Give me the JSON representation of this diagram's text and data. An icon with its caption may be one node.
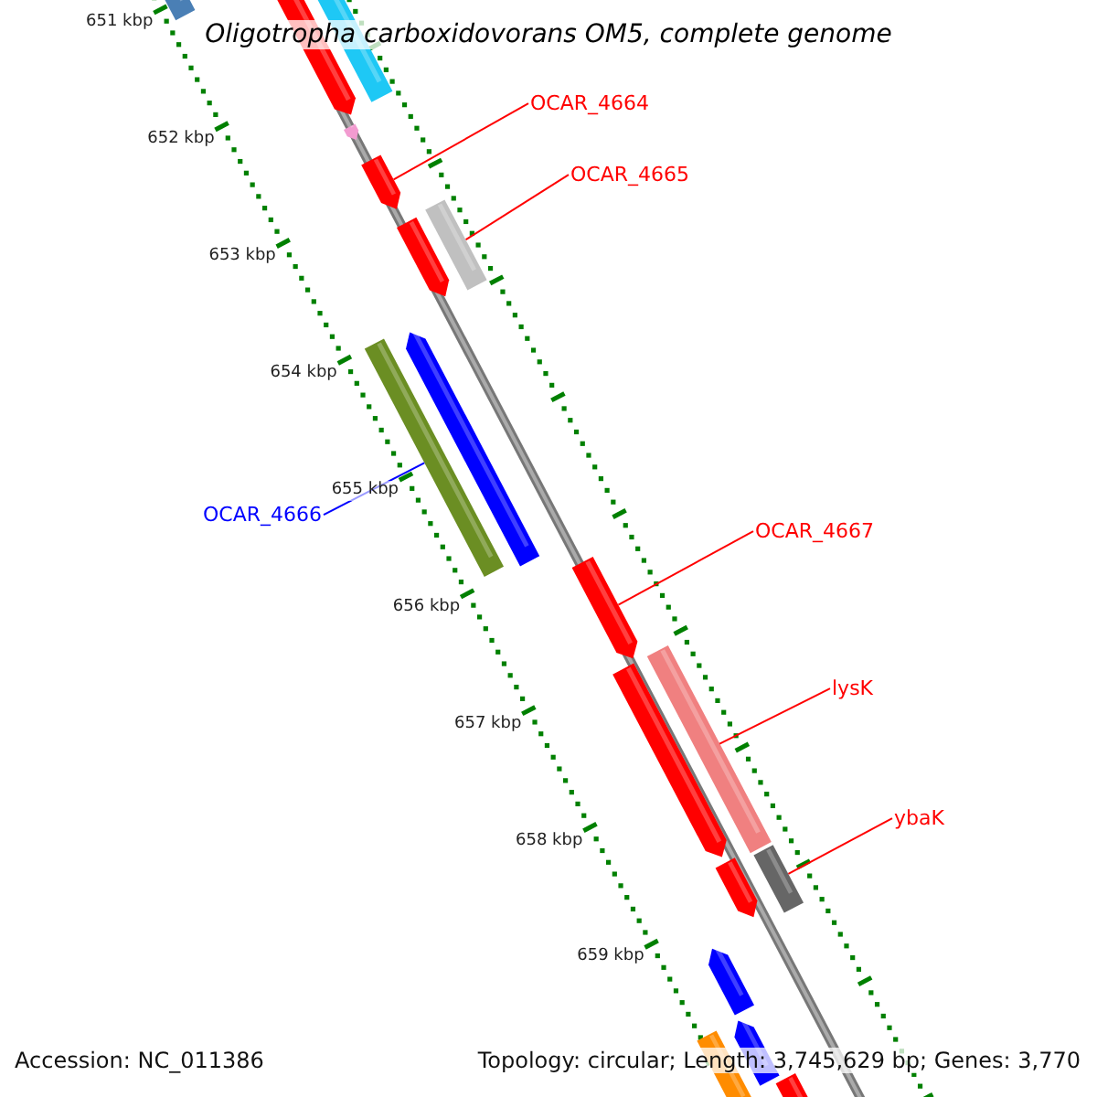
{
  "diagram": {
    "title": "Oligotropha carboxidovorans OM5, complete genome",
    "nodes": [
      {
        "text": [
          "OCAR_4664"
        ]
      },
      {
        "text": [],
        "shape": "bar"
      },
      {
        "text": [
          "OCAR_4665"
        ]
      },
      {
        "text": [],
        "shape": "bar"
      },
      {
        "text": [
          "OCAR_4666"
        ]
      },
      {
        "text": [],
        "shape": "bar"
      },
      {
        "text": [
          "OCAR_4667"
        ]
      },
      {
        "text": [],
        "shape": "bar"
      },
      {
        "text": [
          "lysK"
        ]
      },
      {
        "text": [],
        "shape": "bar"
      },
      {
        "text": [
          "ybaK"
        ]
      },
      {
        "text": [],
        "shape": "bar"
      },
      {
        "text": [],
        "shape": "bar"
      },
      {
        "text": [],
        "shape": "bar"
      },
      {
        "text": [],
        "shape": "bar"
      },
      {
        "text": [],
        "shape": "bar"
      },
      {
        "text": [],
        "shape": "bar"
      },
      {
        "text": [],
        "shape": "bar"
      },
      {
        "text": [],
        "shape": "bar"
      },
      {
        "text": [],
        "shape": "bar"
      },
      {
        "text": [],
        "shape": "bar"
      },
      {
        "text": [],
        "shape": "bar"
      },
      {
        "text": [],
        "shape": "bar"
      },
      {
        "text": [],
        "shape": "bar"
      }
    ],
    "edges": [
      {
        "from": 0,
        "to": 1,
        "arrow": "none"
      },
      {
        "from": 2,
        "to": 3,
        "arrow": "none"
      },
      {
        "from": 4,
        "to": 5,
        "arrow": "none",
        "color": "#0000ff"
      },
      {
        "from": 6,
        "to": 7,
        "arrow": "none"
      },
      {
        "from": 8,
        "to": 9,
        "arrow": "none"
      },
      {
        "from": 10,
        "to": 11,
        "arrow": "none"
      }
    ],
    "labels": [
      "651 kbp",
      "652 kbp",
      "653 kbp",
      "654 kbp",
      "655 kbp",
      "656 kbp",
      "657 kbp",
      "658 kbp",
      "659 kbp",
      "Accession: NC_011386",
      "Topology: circular; Length: 3,745,629 bp; Genes: 3,770"
    ]
  }
}
